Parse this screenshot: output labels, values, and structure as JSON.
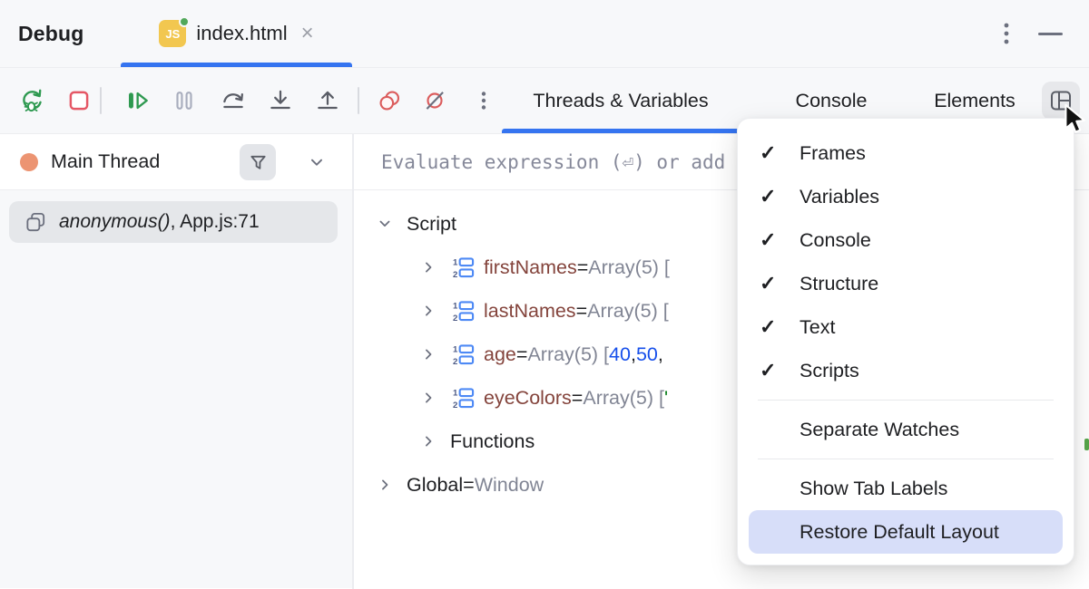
{
  "colors": {
    "accent": "#3574F0",
    "menu_highlight": "#D7DEF9",
    "variable_name": "#84443C",
    "number_literal": "#1750EB",
    "string_literal": "#067D17",
    "value_gray": "#818594",
    "thread_dot": "#EC9472",
    "run_green": "#2E9950",
    "stop_red": "#E55765",
    "breakpoint_red": "#DB5C5C"
  },
  "titlebar": {
    "title": "Debug",
    "tab": {
      "file_type_badge": "JS",
      "label": "index.html",
      "close_glyph": "×"
    }
  },
  "toolbar": {
    "icon_names": [
      "rerun-debug",
      "stop",
      "resume",
      "pause",
      "step-over",
      "step-into",
      "step-out",
      "view-breakpoints",
      "mute-breakpoints",
      "more-options"
    ]
  },
  "view_tabs": {
    "items": [
      {
        "label": "Threads & Variables",
        "active": true
      },
      {
        "label": "Console",
        "active": false
      },
      {
        "label": "Elements",
        "active": false
      }
    ]
  },
  "frames_panel": {
    "thread_label": "Main Thread",
    "frame": {
      "name": "anonymous()",
      "location": ", App.js:71"
    }
  },
  "variables_panel": {
    "evaluate_hint": "Evaluate expression (⏎) or add a watch",
    "rows": [
      {
        "id": "script",
        "depth": 0,
        "chevron": "down",
        "icon": null,
        "tokens": [
          {
            "c": "plain",
            "t": "Script"
          }
        ]
      },
      {
        "id": "firstNames",
        "depth": 1,
        "chevron": "right",
        "icon": "array",
        "tokens": [
          {
            "c": "name",
            "t": "firstNames"
          },
          {
            "c": "eq",
            "t": " = "
          },
          {
            "c": "gray",
            "t": "Array(5) ["
          }
        ]
      },
      {
        "id": "lastNames",
        "depth": 1,
        "chevron": "right",
        "icon": "array",
        "tokens": [
          {
            "c": "name",
            "t": "lastNames"
          },
          {
            "c": "eq",
            "t": " = "
          },
          {
            "c": "gray",
            "t": "Array(5) ["
          }
        ]
      },
      {
        "id": "age",
        "depth": 1,
        "chevron": "right",
        "icon": "array",
        "tokens": [
          {
            "c": "name",
            "t": "age"
          },
          {
            "c": "eq",
            "t": " = "
          },
          {
            "c": "gray",
            "t": "Array(5) ["
          },
          {
            "c": "num",
            "t": "40"
          },
          {
            "c": "plain",
            "t": ", "
          },
          {
            "c": "num",
            "t": "50"
          },
          {
            "c": "plain",
            "t": ","
          }
        ]
      },
      {
        "id": "eyeColors",
        "depth": 1,
        "chevron": "right",
        "icon": "array",
        "tokens": [
          {
            "c": "name",
            "t": "eyeColors"
          },
          {
            "c": "eq",
            "t": " = "
          },
          {
            "c": "gray",
            "t": "Array(5) ["
          },
          {
            "c": "str",
            "t": "'"
          }
        ]
      },
      {
        "id": "functions",
        "depth": 1,
        "chevron": "right",
        "icon": null,
        "tokens": [
          {
            "c": "plain",
            "t": "Functions"
          }
        ]
      },
      {
        "id": "global",
        "depth": 0,
        "chevron": "right",
        "icon": null,
        "tokens": [
          {
            "c": "plain",
            "t": "Global"
          },
          {
            "c": "eq",
            "t": " = "
          },
          {
            "c": "gray",
            "t": "Window"
          }
        ]
      }
    ]
  },
  "menu": {
    "check_glyph": "✓",
    "items": [
      {
        "type": "item",
        "label": "Frames",
        "checked": true
      },
      {
        "type": "item",
        "label": "Variables",
        "checked": true
      },
      {
        "type": "item",
        "label": "Console",
        "checked": true
      },
      {
        "type": "item",
        "label": "Structure",
        "checked": true
      },
      {
        "type": "item",
        "label": "Text",
        "checked": true
      },
      {
        "type": "item",
        "label": "Scripts",
        "checked": true
      },
      {
        "type": "separator"
      },
      {
        "type": "item",
        "label": "Separate Watches",
        "checked": false
      },
      {
        "type": "separator"
      },
      {
        "type": "item",
        "label": "Show Tab Labels",
        "checked": false
      },
      {
        "type": "item",
        "label": "Restore Default Layout",
        "checked": false,
        "highlighted": true
      }
    ]
  }
}
